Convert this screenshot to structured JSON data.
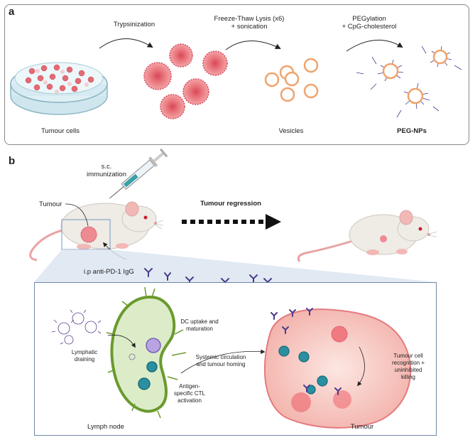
{
  "panel_a": {
    "letter": "a",
    "steps": [
      "Trypsinization",
      "Freeze-Thaw Lysis (x6)",
      "+ sonication",
      "PEGylation",
      "+ CpG-cholesterol"
    ],
    "captions": [
      "Tumour cells",
      "Vesicles",
      "PEG-NPs"
    ]
  },
  "panel_b": {
    "letter": "b",
    "injection": [
      "s.c.",
      "immunization"
    ],
    "tumour_label": "Tumour",
    "regression_label": "Tumour regression",
    "antibody_label": "i.p anti-PD-1 IgG",
    "lymph": {
      "dc": [
        "DC uptake and",
        "maturation"
      ],
      "drain": [
        "Lymphatic",
        "draining"
      ],
      "ctl": [
        "Antigen-",
        "specific CTL",
        "activation"
      ],
      "caption": "Lymph node"
    },
    "systemic": [
      "Systemic circulation",
      "and tumour homing"
    ],
    "tumour_kill": [
      "Tumour cell",
      "recognition +",
      "uninhibited",
      "killing"
    ],
    "tumour_caption": "Tumour"
  },
  "colors": {
    "cell_pink": "#e8737a",
    "cell_dark": "#d9475a",
    "vesicle": "#f2a66e",
    "antibody": "#4a3a8c",
    "t_cell": "#2a8fa0",
    "lymph_green": "#6a9a2e",
    "mouse": "#f0ece6",
    "tumour_fill": "#f7c9c4"
  }
}
